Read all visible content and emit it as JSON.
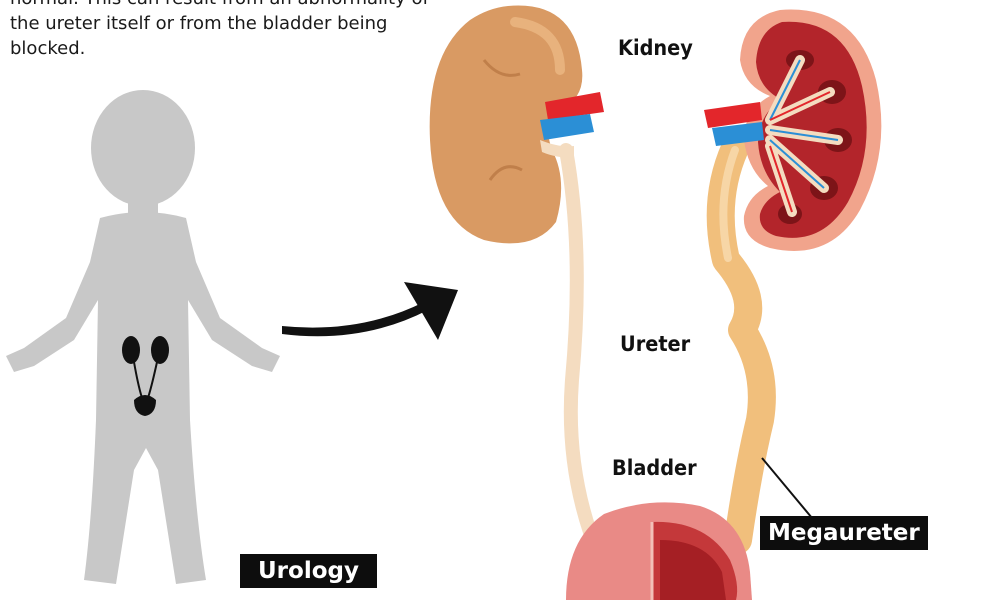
{
  "intro_text": {
    "line1": "normal. This can result from an abnormality of",
    "line2": "the ureter itself or from the bladder being",
    "line3": "blocked."
  },
  "labels": {
    "kidney": "Kidney",
    "ureter": "Ureter",
    "bladder": "Bladder",
    "megaureter": "Megaureter",
    "urology": "Urology"
  },
  "colors": {
    "kidney_outer": "#d99a63",
    "kidney_section": "#b3252b",
    "artery": "#e3262b",
    "vein": "#2b8fd6",
    "ureter_normal": "#f4dcc0",
    "ureter_dilated": "#f1bf7c",
    "bladder": "#e98a86",
    "silhouette": "#c8c8c8"
  }
}
